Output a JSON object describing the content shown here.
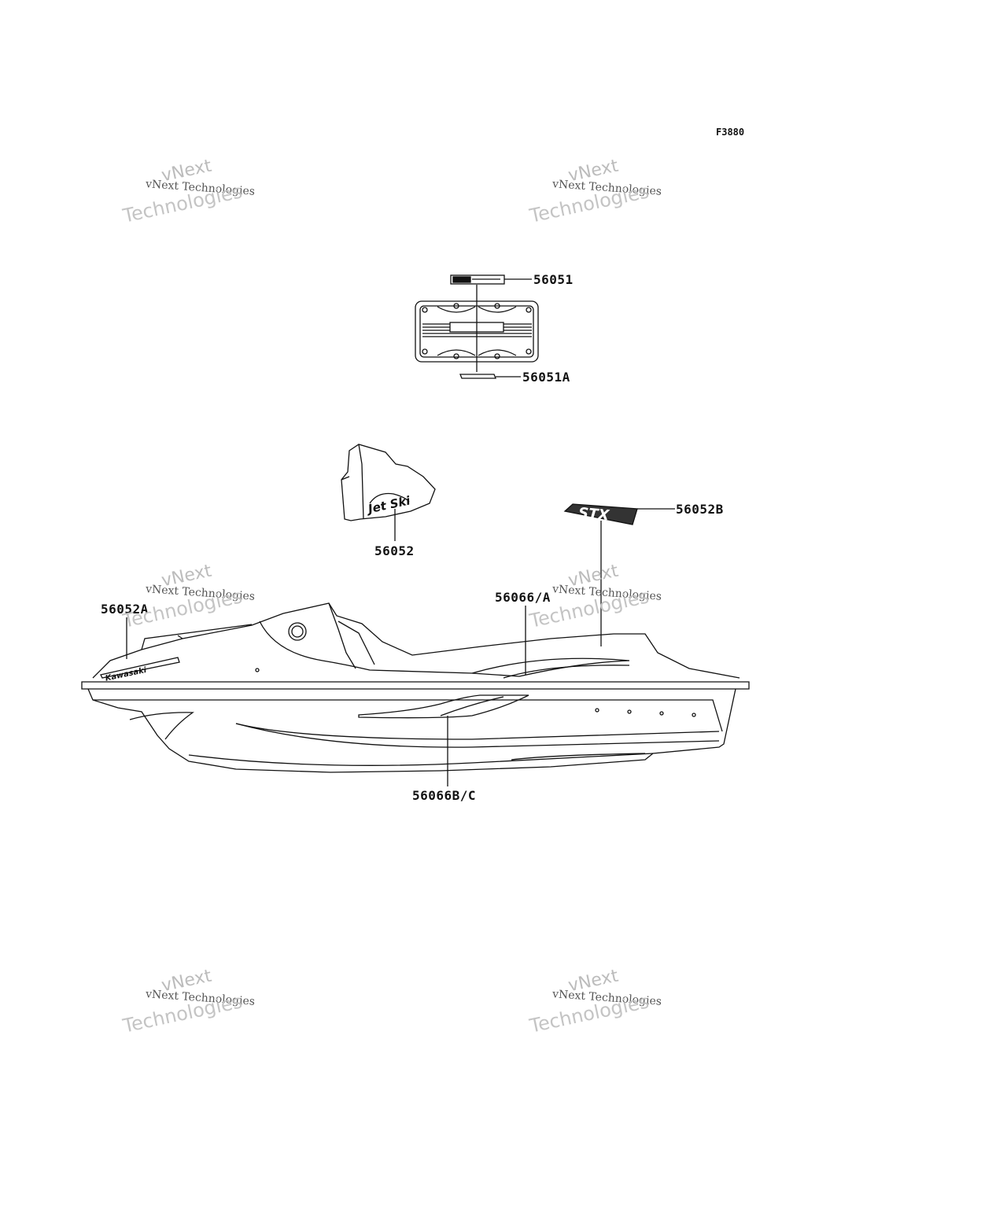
{
  "figure_code": "F3880",
  "watermark": {
    "line1": "vNext",
    "line2": "vNext Technologies",
    "line3": "Technologies"
  },
  "parts": {
    "p56051": "56051",
    "p56051A": "56051A",
    "p56052": "56052",
    "p56052B": "56052B",
    "p56052A": "56052A",
    "p56066A": "56066/A",
    "p56066BC": "56066B/C"
  },
  "colors": {
    "line": "#111111",
    "watermark": "#bcbcbc"
  }
}
